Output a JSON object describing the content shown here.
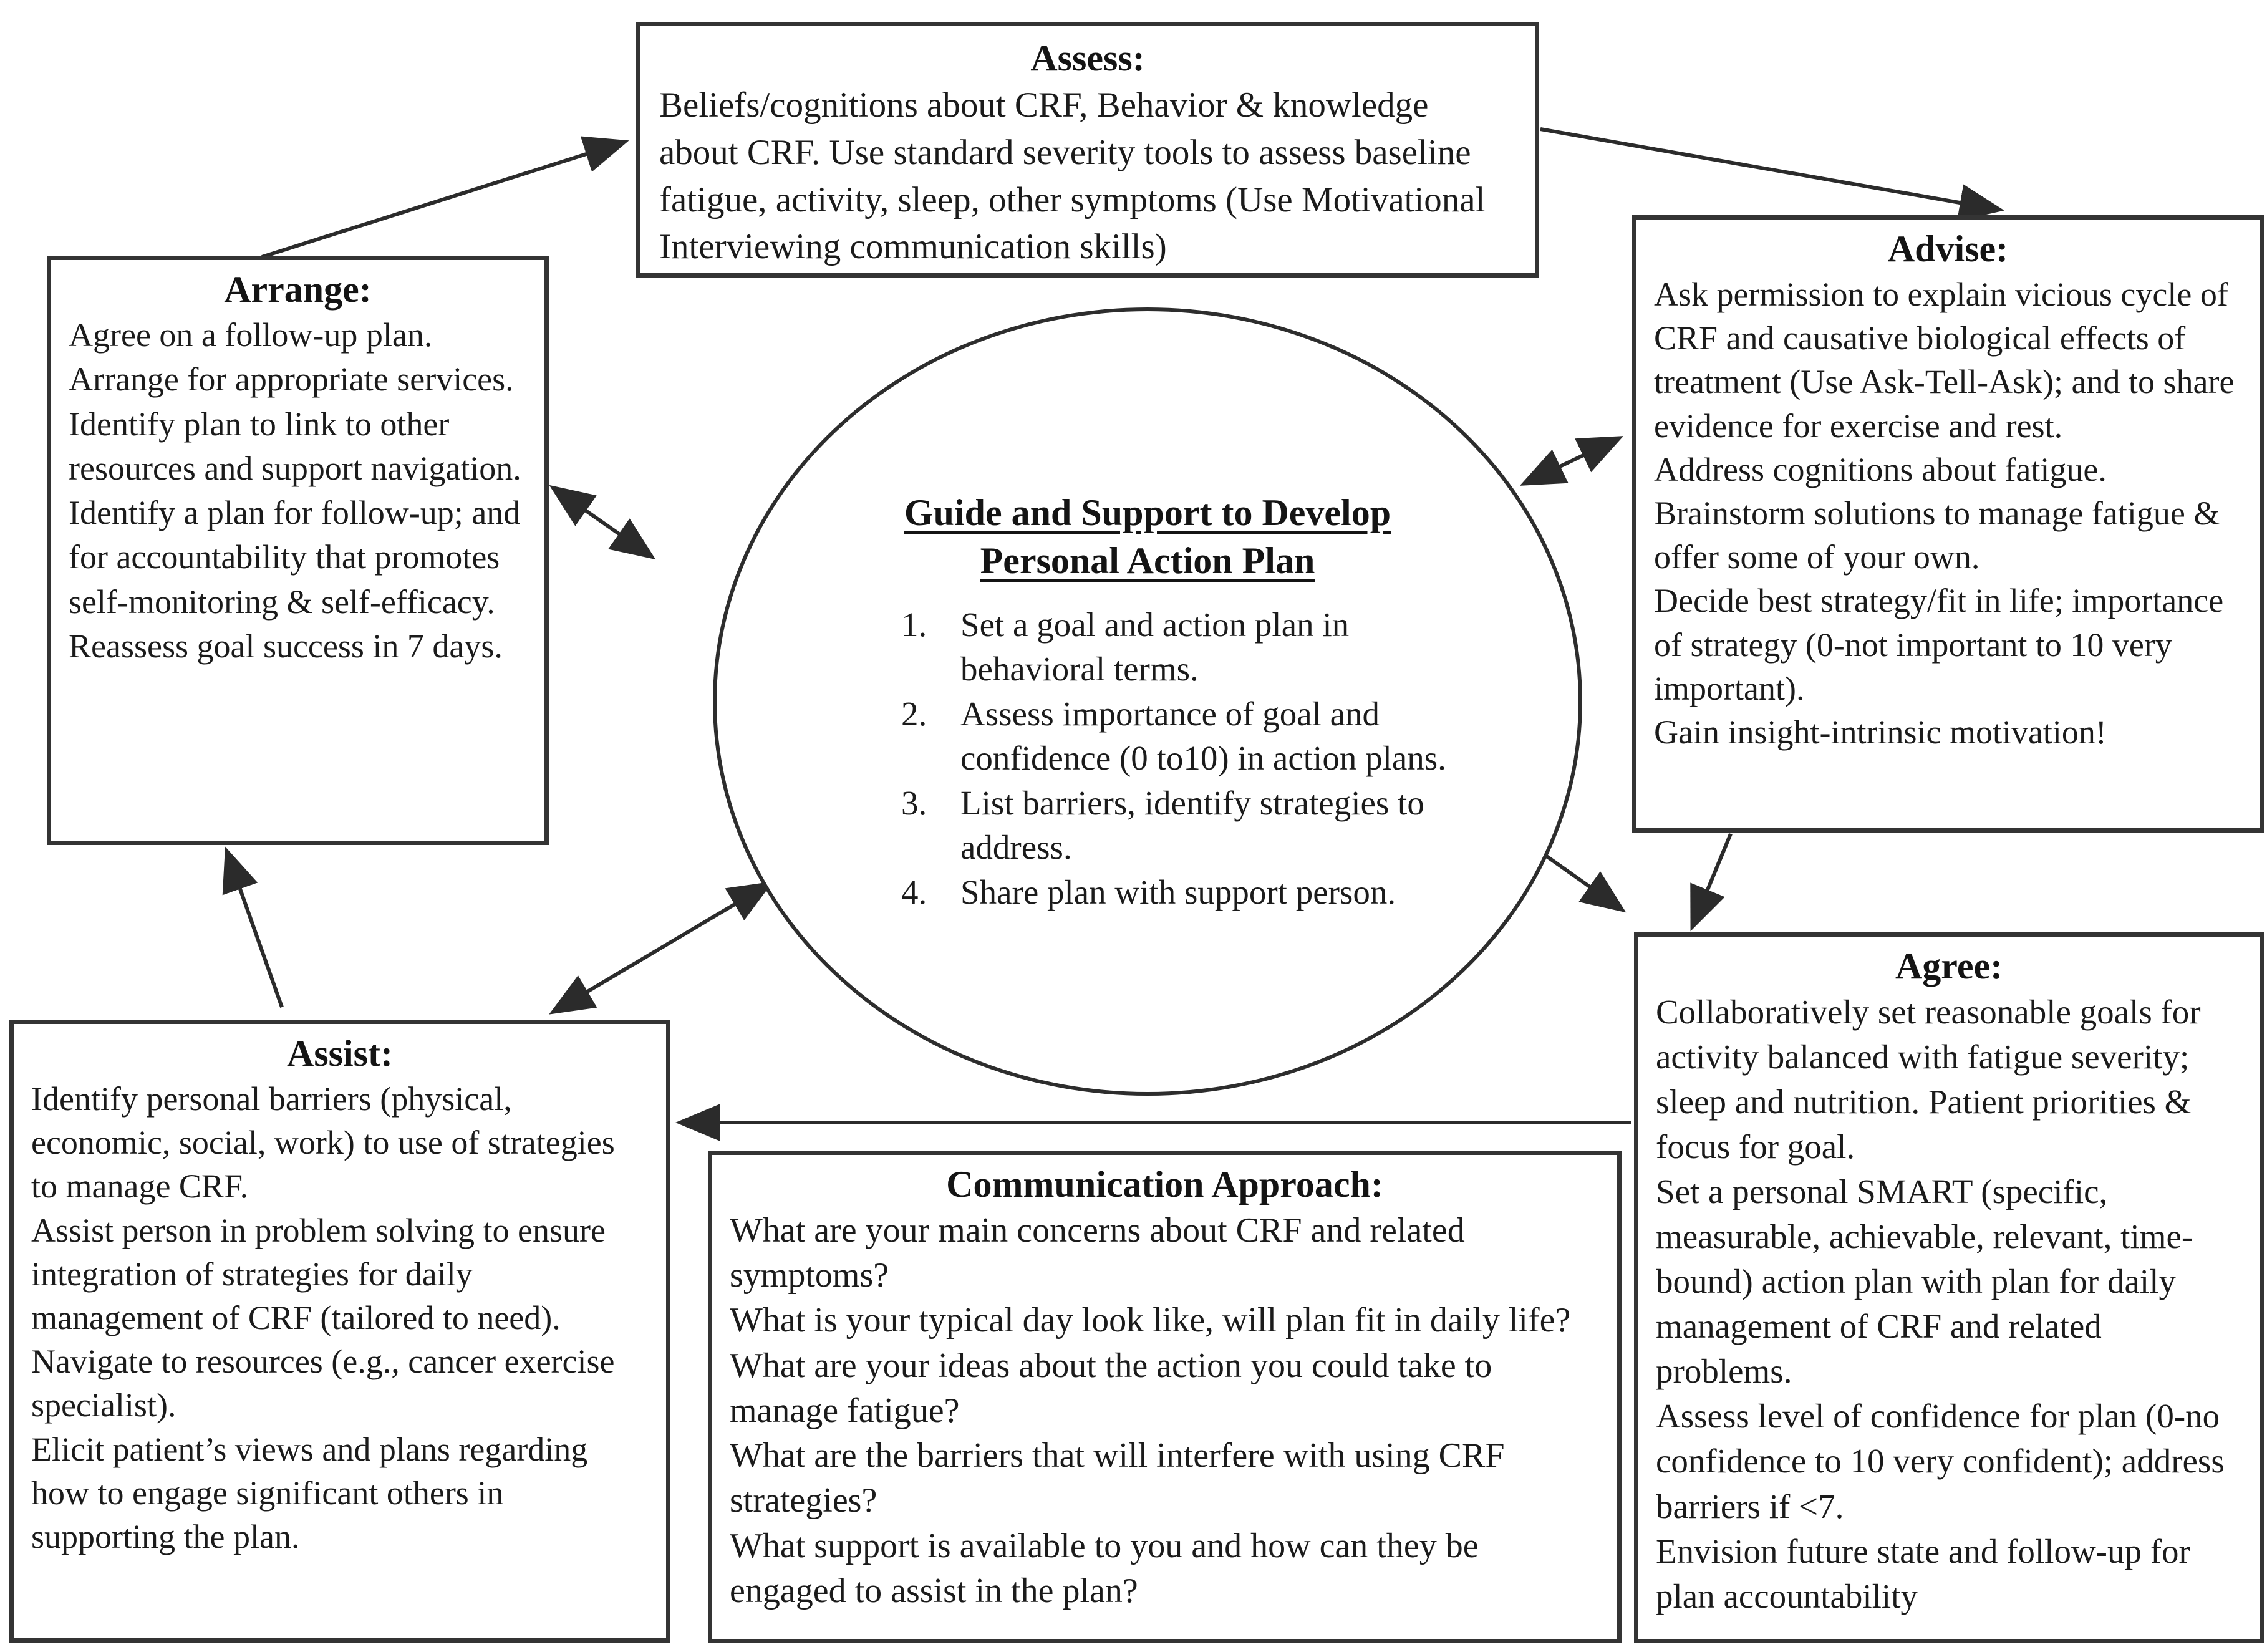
{
  "figure": {
    "colors": {
      "background": "#ffffff",
      "ink": "#1b1b1b",
      "border": "#343434",
      "arrow": "#2b2b2b"
    },
    "boxes": {
      "assess": {
        "title": "Assess:",
        "lines": [
          "Beliefs/cognitions about CRF, Behavior & knowledge about CRF. Use standard severity tools to assess baseline fatigue, activity, sleep, other symptoms (Use Motivational Interviewing communication skills)"
        ]
      },
      "arrange": {
        "title": "Arrange:",
        "lines": [
          "Agree on a follow-up plan.",
          "Arrange for appropriate services.",
          "Identify plan to link to other resources and support navigation.",
          "Identify a plan for follow-up; and for accountability that promotes self-monitoring & self-efficacy.",
          "Reassess goal success in 7 days."
        ]
      },
      "advise": {
        "title": "Advise:",
        "lines": [
          "Ask permission to explain vicious cycle of CRF and causative biological effects of treatment (Use Ask-Tell-Ask); and to share evidence for exercise and rest.",
          "Address cognitions about fatigue.",
          "Brainstorm solutions to manage fatigue & offer some of your own.",
          "Decide best strategy/fit in life; importance of strategy (0-not important to 10 very important).",
          "Gain insight-intrinsic motivation!"
        ]
      },
      "assist": {
        "title": "Assist:",
        "lines": [
          "Identify personal barriers (physical, economic, social, work) to use of strategies to manage CRF.",
          "Assist person in problem solving to ensure integration of strategies for daily management of CRF (tailored to need).",
          "Navigate to resources (e.g., cancer exercise specialist).",
          "Elicit patient’s views and plans regarding how to engage significant others in supporting the plan."
        ]
      },
      "communication": {
        "title": "Communication Approach:",
        "lines": [
          "What are your main concerns about CRF and related symptoms?",
          "What is your typical day look like, will plan fit in daily life?",
          "What are your ideas about the action you could take to manage fatigue?",
          "What are the barriers that will interfere with using CRF strategies?",
          "What support is available to you and how can they be engaged to assist in the plan?"
        ]
      },
      "agree": {
        "title": "Agree:",
        "lines": [
          "Collaboratively set reasonable goals for activity balanced with fatigue severity; sleep and nutrition. Patient priorities & focus for goal.",
          "Set a personal SMART (specific, measurable, achievable, relevant, time-bound) action plan with plan for daily management of CRF and related problems.",
          "Assess level of confidence for plan (0-no confidence to 10 very confident); address barriers if <7.",
          "Envision future state and follow-up for plan accountability"
        ]
      }
    },
    "circle": {
      "title": "Guide and Support to Develop Personal Action Plan",
      "items": [
        "Set a goal and action plan in behavioral terms.",
        "Assess importance of goal and confidence (0 to10) in action plans.",
        "List barriers, identify strategies to address.",
        "Share plan with support person."
      ]
    }
  }
}
